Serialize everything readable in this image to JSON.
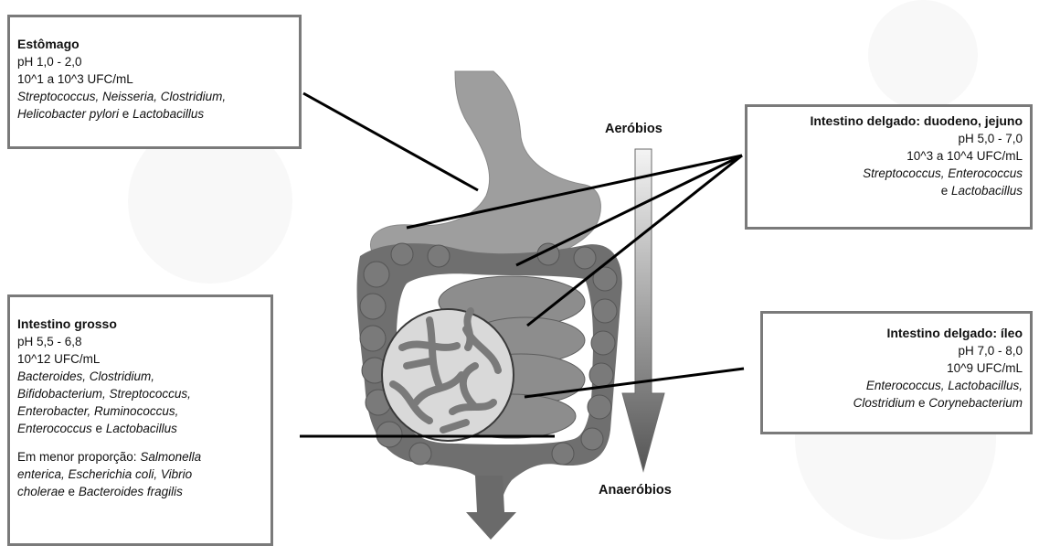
{
  "gradient": {
    "top_label": "Aeróbios",
    "bottom_label": "Anaeróbios"
  },
  "stomach": {
    "title": "Estômago",
    "ph": "pH 1,0 - 2,0",
    "count": "10^1 a 10^3 UFC/mL",
    "organisms_1": "Streptococcus, Neisseria, Clostridium,",
    "organisms_2a": "Helicobacter pylori",
    "organisms_2b": " e ",
    "organisms_2c": "Lactobacillus"
  },
  "duodenum": {
    "title": "Intestino delgado: duodeno, jejuno",
    "ph": "pH 5,0 - 7,0",
    "count": "10^3 a 10^4 UFC/mL",
    "organisms_1": "Streptococcus, Enterococcus",
    "organisms_2a": "e ",
    "organisms_2b": "Lactobacillus"
  },
  "large_intestine": {
    "title": "Intestino grosso",
    "ph": "pH 5,5 - 6,8",
    "count": "10^12 UFC/mL",
    "organisms": [
      "Bacteroides, Clostridium,",
      "Bifidobacterium, Streptococcus,",
      "Enterobacter, Ruminococcus,"
    ],
    "organisms_last_a": "Enterococcus",
    "organisms_last_b": " e ",
    "organisms_last_c": "Lactobacillus",
    "minor_prefix": "Em menor proporção: ",
    "minor_1": "Salmonella",
    "minor_2a": "enterica, Escherichia coli, Vibrio",
    "minor_3a": "cholerae",
    "minor_3b": " e ",
    "minor_3c": "Bacteroides fragilis"
  },
  "ileum": {
    "title": "Intestino delgado: íleo",
    "ph": "pH 7,0 - 8,0",
    "count": "10^9 UFC/mL",
    "organisms_1": "Enterococcus, Lactobacillus,",
    "organisms_2a": "Clostridium",
    "organisms_2b": " e ",
    "organisms_2c": "Corynebacterium"
  }
}
